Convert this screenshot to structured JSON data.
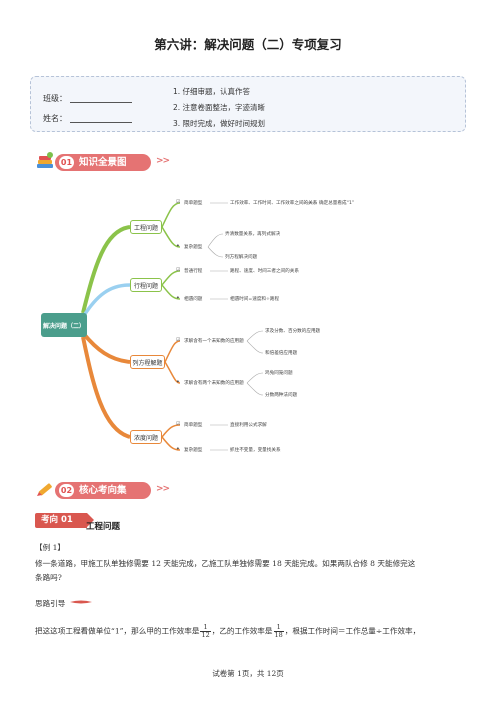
{
  "header": {
    "title": "第六讲：解决问题（二）专项复习"
  },
  "info": {
    "class_label": "班级：",
    "name_label": "姓名：",
    "tips": [
      "1. 仔细审题，认真作答",
      "2. 注意卷面整洁，字迹清晰",
      "3. 限时完成，做好时间规划"
    ]
  },
  "sections": {
    "one": {
      "num": "01",
      "title": "知识全景图",
      "arrows": ">>"
    },
    "two": {
      "num": "02",
      "title": "核心考向集",
      "arrows": ">>"
    }
  },
  "mindmap": {
    "root": "解决问题（二）",
    "branches": [
      {
        "label": "工程问题",
        "color": "#8bc34a",
        "items": [
          {
            "label": "简单题型",
            "desc": "工作效率、工作时间、工作效率之间的关系",
            "extra": [
              "确定总量看成“1”"
            ]
          },
          {
            "label": "复杂题型",
            "desc": "",
            "extra": [
              "弄清数量关系，再列式解决",
              "列方程解决问题"
            ]
          }
        ]
      },
      {
        "label": "行程问题",
        "color": "#8bc34a",
        "items": [
          {
            "label": "普通行程",
            "desc": "路程、速度、时间三者之间的关系",
            "extra": []
          },
          {
            "label": "相遇问题",
            "desc": "相遇时间=速度和÷路程",
            "extra": []
          }
        ]
      },
      {
        "label": "列方程解题",
        "color": "#e8883a",
        "items": [
          {
            "label": "求解含有一个未知数的应用题",
            "desc": "",
            "extra": [
              "求及分数、百分数的应用题",
              "和倍差倍应用题"
            ]
          },
          {
            "label": "求解含有两个未知数的应用题",
            "desc": "",
            "extra": [
              "鸡兔同笼问题",
              "分数两种法问题"
            ]
          }
        ]
      },
      {
        "label": "浓度问题",
        "color": "#e8883a",
        "items": [
          {
            "label": "简单题型",
            "desc": "直接利用公式求解",
            "extra": []
          },
          {
            "label": "复杂题型",
            "desc": "抓住不变量，变量找关系",
            "extra": []
          }
        ]
      }
    ]
  },
  "kaoxiang": {
    "tag": "考向 01",
    "title": "工程问题"
  },
  "example": {
    "label": "【例 1】",
    "text1": "修一条道路，甲施工队单独修需要 12 天能完成，乙施工队单独修需要 18 天能完成。如果两队合修 8 天能修完这",
    "text2": "条路吗?",
    "hint": "思路引导",
    "line_a": "把这这项工程看做单位“1”，那么甲的工作效率是",
    "frac1_num": "1",
    "frac1_den": "12",
    "line_b": "，乙的工作效率是",
    "frac2_num": "1",
    "frac2_den": "18",
    "line_c": "，根据工作时间＝工作总量÷工作效率，"
  },
  "footer": {
    "text": "试卷第 1页，共 12页"
  }
}
